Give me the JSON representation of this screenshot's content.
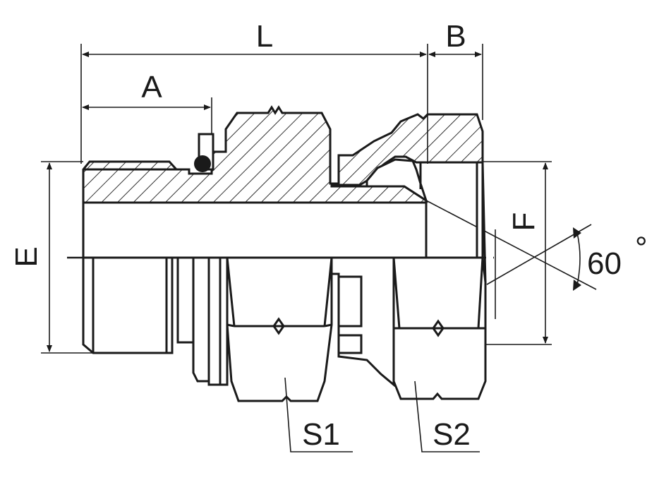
{
  "labels": {
    "L": "L",
    "B": "B",
    "A": "A",
    "E": "E",
    "F": "F",
    "angle": "60",
    "degree": "°",
    "S1": "S1",
    "S2": "S2"
  }
}
